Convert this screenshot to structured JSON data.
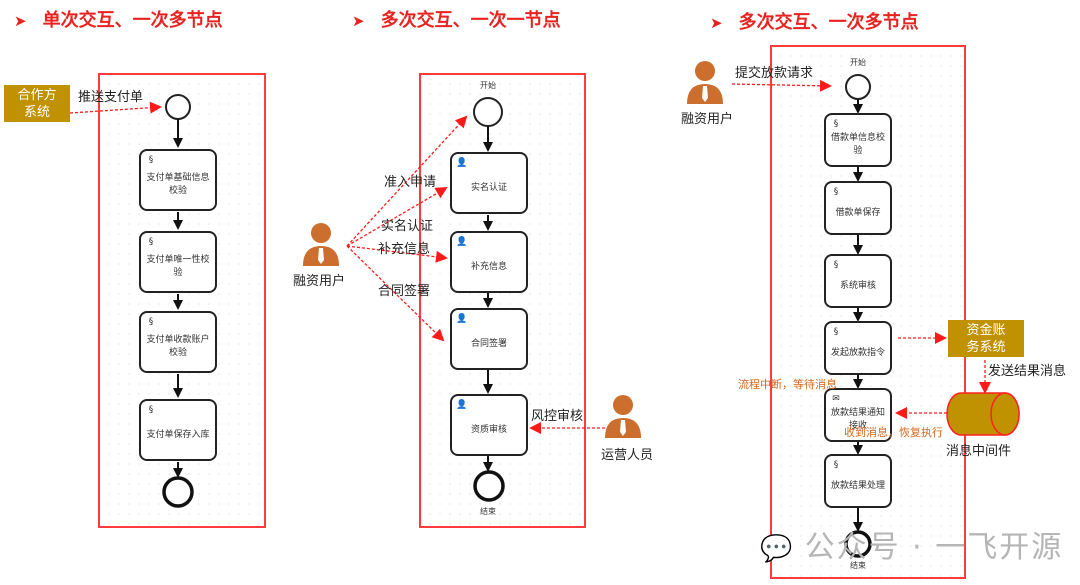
{
  "sections": [
    {
      "title": "单次交互、一次多节点",
      "external": {
        "label_line1": "合作方",
        "label_line2": "系统"
      },
      "message": "推送支付单",
      "tasks": [
        {
          "label": "支付单基础信息校验",
          "type": "script"
        },
        {
          "label": "支付单唯一性校验",
          "type": "script"
        },
        {
          "label": "支付单收款账户校验",
          "type": "script"
        },
        {
          "label": "支付单保存入库",
          "type": "script"
        }
      ]
    },
    {
      "title": "多次交互、一次一节点",
      "start_label": "开始",
      "end_label": "结束",
      "actor": "融资用户",
      "actor_messages": [
        "准入申请",
        "实名认证",
        "补充信息",
        "合同签署"
      ],
      "operator": "运营人员",
      "operator_message": "风控审核",
      "tasks": [
        {
          "label": "实名认证",
          "type": "user"
        },
        {
          "label": "补充信息",
          "type": "user"
        },
        {
          "label": "合同签署",
          "type": "user"
        },
        {
          "label": "资质审核",
          "type": "user"
        }
      ]
    },
    {
      "title": "多次交互、一次多节点",
      "start_label": "开始",
      "end_label": "结束",
      "actor": "融资用户",
      "actor_message": "提交放款请求",
      "tasks": [
        {
          "label": "借款单信息校验",
          "type": "script"
        },
        {
          "label": "借款单保存",
          "type": "script"
        },
        {
          "label": "系统审核",
          "type": "script"
        },
        {
          "label": "发起放款指令",
          "type": "script"
        },
        {
          "label": "放款结果通知接收",
          "type": "message"
        },
        {
          "label": "放款结果处理",
          "type": "script"
        }
      ],
      "finance_system": {
        "label_line1": "资金账",
        "label_line2": "务系统"
      },
      "send_result": "发送结果消息",
      "middleware": "消息中间件",
      "wait_note": "流程中断，等待消息",
      "resume_note": "收到消息，恢复执行"
    }
  ],
  "watermark": "公众号 · 一飞开源",
  "colors": {
    "title": "#e8231f",
    "frame": "#ff3b3b",
    "system": "#c09100",
    "person": "#cc6e2e",
    "note": "#d2691e"
  }
}
